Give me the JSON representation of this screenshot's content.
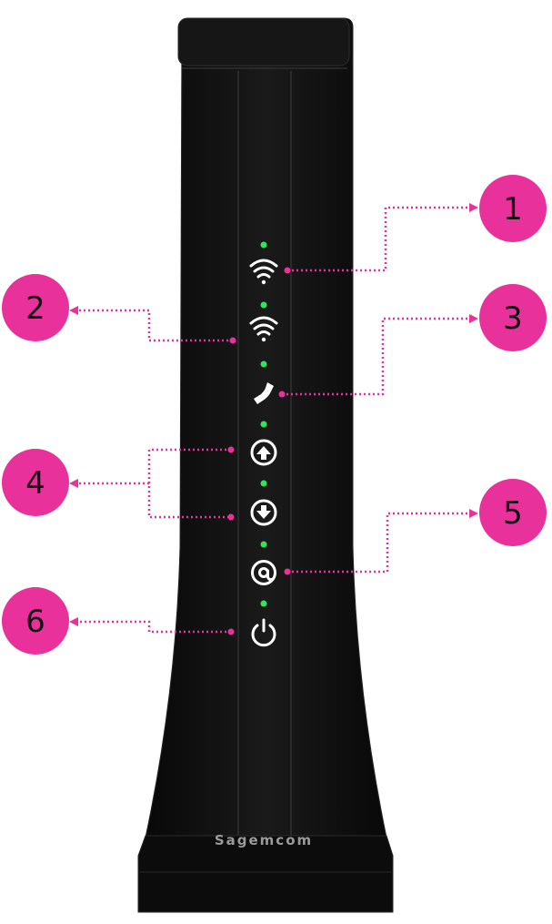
{
  "device": {
    "brand": "Sagemcom"
  },
  "indicators": [
    {
      "icon": "wifi-icon",
      "led": "green"
    },
    {
      "icon": "wifi-icon",
      "led": "green"
    },
    {
      "icon": "phone-icon",
      "led": "green"
    },
    {
      "icon": "upload-arrow-icon",
      "led": "green"
    },
    {
      "icon": "download-arrow-icon",
      "led": "green"
    },
    {
      "icon": "at-sign-icon",
      "led": "green"
    },
    {
      "icon": "power-icon",
      "led": "green"
    }
  ],
  "callouts": [
    {
      "number": "1"
    },
    {
      "number": "2"
    },
    {
      "number": "3"
    },
    {
      "number": "4"
    },
    {
      "number": "5"
    },
    {
      "number": "6"
    }
  ],
  "colors": {
    "callout": "#e8319a",
    "device_body": "#121212",
    "led": "#2ee65a",
    "icon": "#ffffff"
  }
}
